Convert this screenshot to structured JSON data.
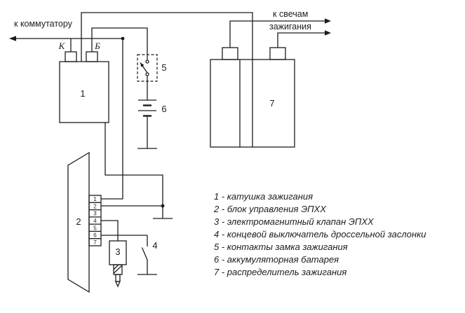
{
  "colors": {
    "line": "#1c1c1c",
    "background": "#ffffff"
  },
  "labels": {
    "to_commutator": "к коммутатору",
    "to_plugs_line1": "к свечам",
    "to_plugs_line2": "зажигания",
    "terminal_k": "К",
    "terminal_b": "Б"
  },
  "components": {
    "coil": {
      "number": "1"
    },
    "control_block": {
      "number": "2"
    },
    "valve": {
      "number": "3"
    },
    "throttle_switch": {
      "number": "4"
    },
    "ignition_contacts": {
      "number": "5"
    },
    "battery": {
      "number": "6"
    },
    "distributor": {
      "number": "7"
    }
  },
  "connector_pins": [
    "1",
    "2",
    "3",
    "4",
    "5",
    "6",
    "7"
  ],
  "legend": {
    "items": [
      "1 - катушка зажигания",
      "2 - блок управления ЭПХХ",
      "3 - электромагнитный клапан ЭПХХ",
      "4 - концевой выключатель дроссельной заслонки",
      "5 - контакты замка зажигания",
      "6 - аккумуляторная батарея",
      "7 - распределитель зажигания"
    ]
  }
}
